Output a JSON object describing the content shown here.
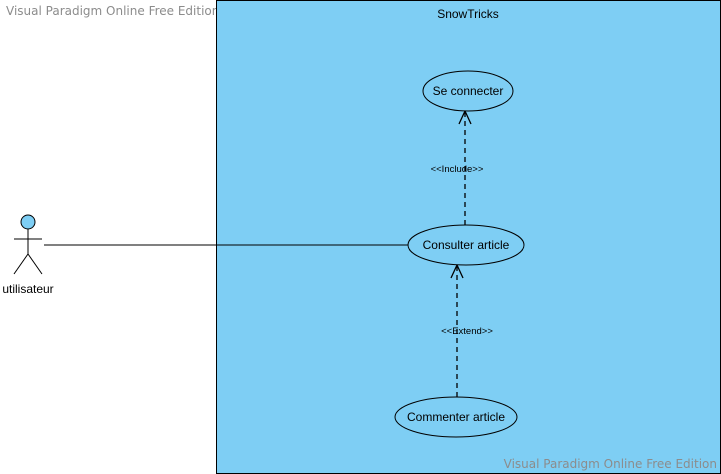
{
  "watermark_top": "Visual Paradigm Online Free Edition",
  "watermark_bottom": "Visual Paradigm Online Free Edition",
  "system": {
    "name": "SnowTricks",
    "fill": "#7ecef4"
  },
  "actor": {
    "name": "utilisateur",
    "head_fill": "#7ecef4"
  },
  "use_cases": {
    "se_connecter": "Se connecter",
    "consulter_article": "Consulter article",
    "commenter_article": "Commenter article"
  },
  "relations": {
    "include": "<<Include>>",
    "extend": "<<Extend>>"
  }
}
